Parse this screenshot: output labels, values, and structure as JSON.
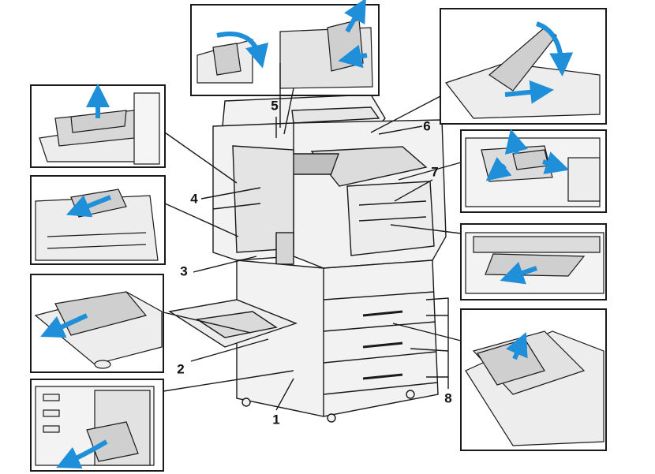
{
  "diagram": {
    "callouts": [
      {
        "id": "c1",
        "label": "1"
      },
      {
        "id": "c2",
        "label": "2"
      },
      {
        "id": "c3",
        "label": "3"
      },
      {
        "id": "c4",
        "label": "4"
      },
      {
        "id": "c5",
        "label": "5"
      },
      {
        "id": "c6",
        "label": "6"
      },
      {
        "id": "c7",
        "label": "7"
      },
      {
        "id": "c8",
        "label": "8"
      }
    ],
    "colors": {
      "line": "#1a1a1a",
      "arrow": "#1e8fd8",
      "printer_fill": "#f2f2f2",
      "paper_fill": "#cfcfcf"
    }
  }
}
